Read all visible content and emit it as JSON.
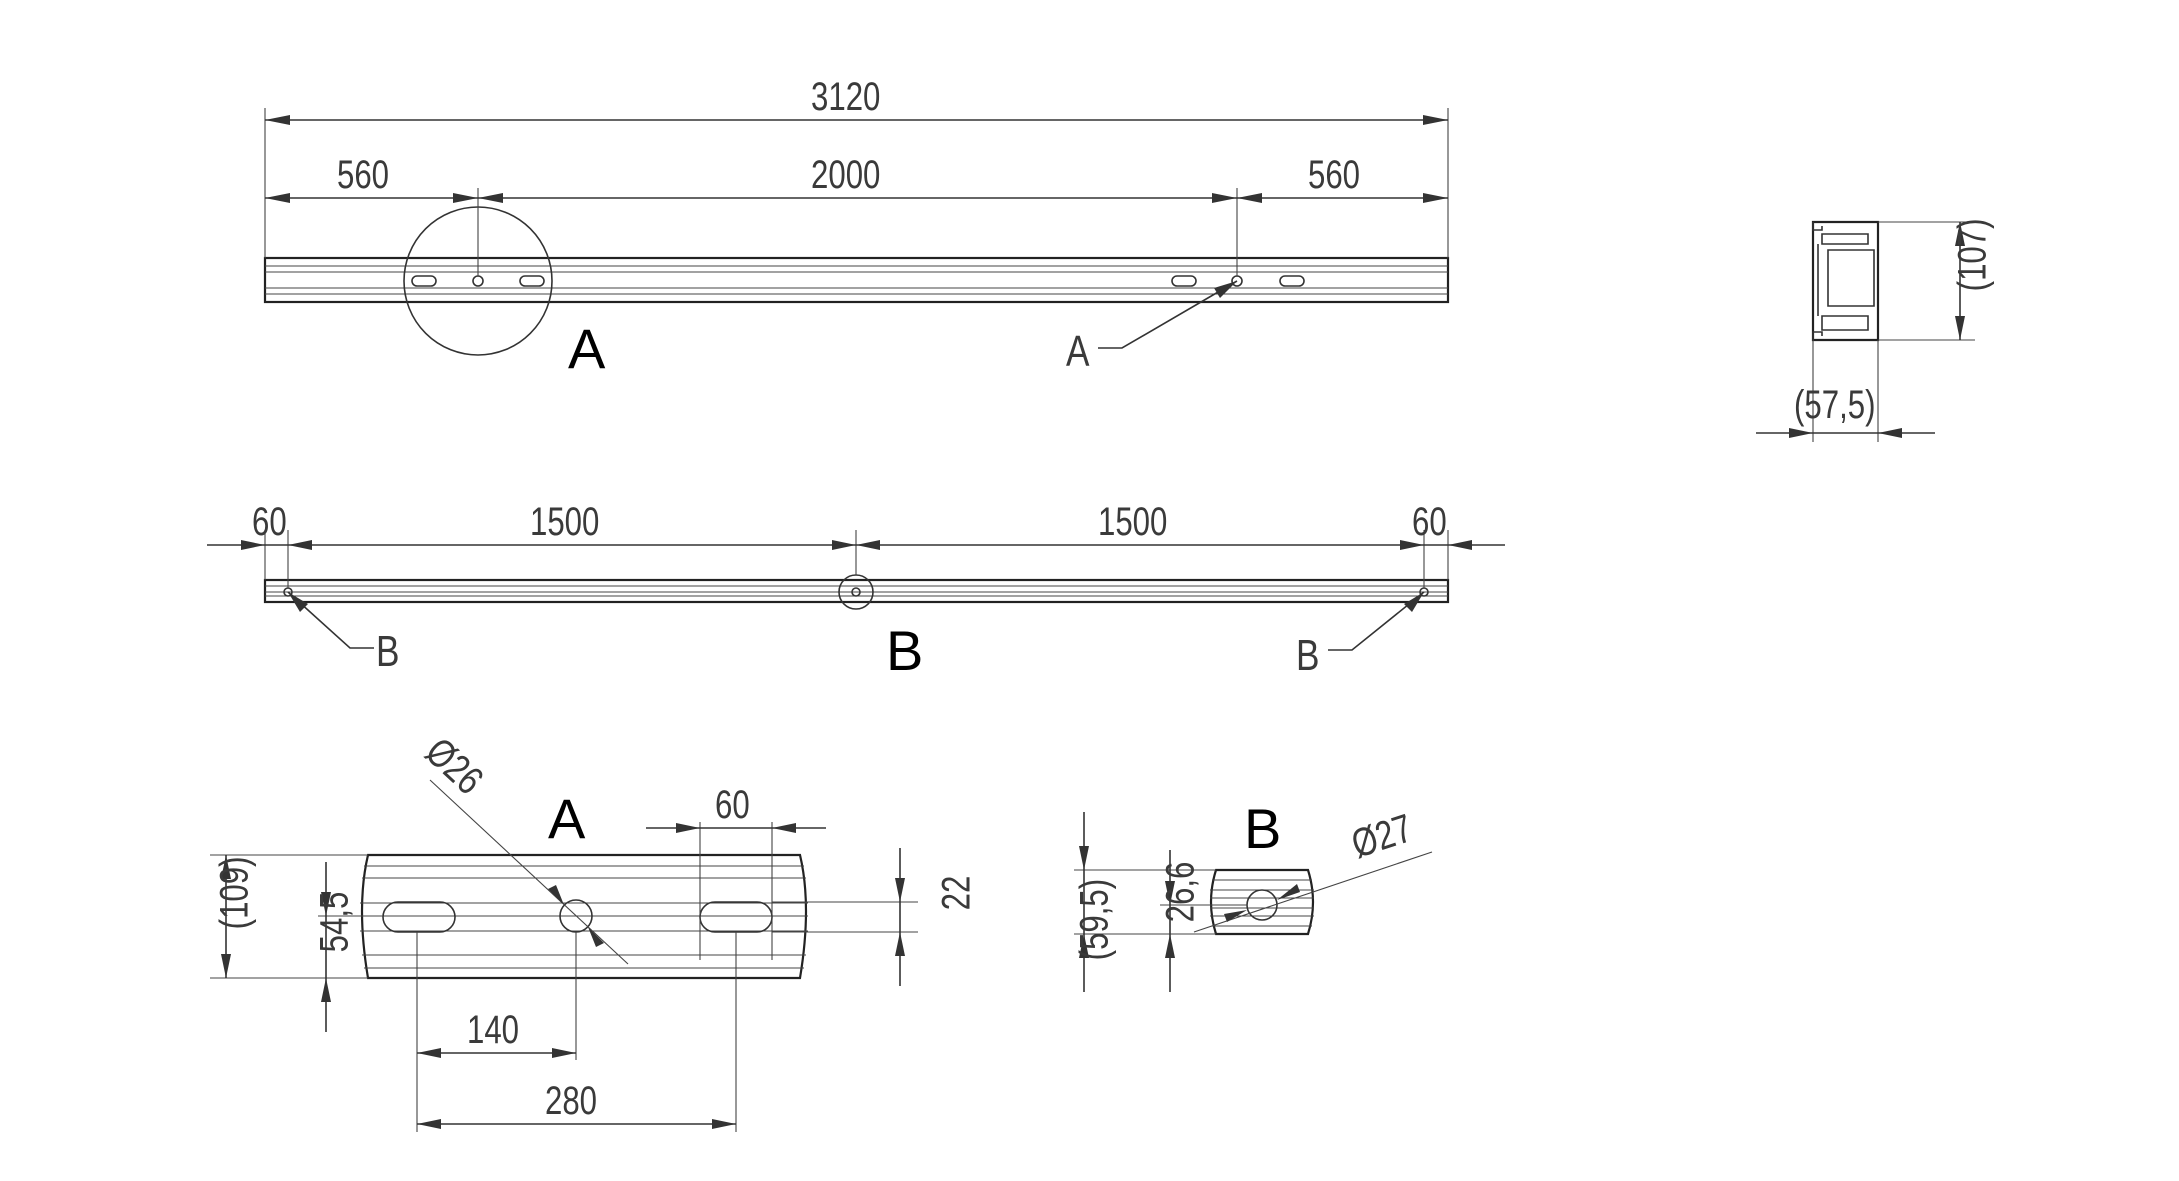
{
  "drawing": {
    "top_view": {
      "dim_total": "3120",
      "dim_left": "560",
      "dim_center": "2000",
      "dim_right": "560",
      "detail_marker": "A",
      "leader_label": "A"
    },
    "side_view": {
      "dim_left_edge": "60",
      "dim_left_span": "1500",
      "dim_right_span": "1500",
      "dim_right_edge": "60",
      "detail_marker": "B",
      "leader_left": "B",
      "leader_right": "B"
    },
    "section": {
      "height": "(107)",
      "width": "(57,5)"
    },
    "detail_a": {
      "title": "A",
      "hole_diameter": "Ø26",
      "slot_length": "60",
      "slot_width": "22",
      "overall_height": "(109)",
      "center_height": "54,5",
      "offset_1": "140",
      "offset_2": "280"
    },
    "detail_b": {
      "title": "B",
      "hole_diameter": "Ø27",
      "overall_height": "(59,5)",
      "center_height": "26,6"
    }
  }
}
